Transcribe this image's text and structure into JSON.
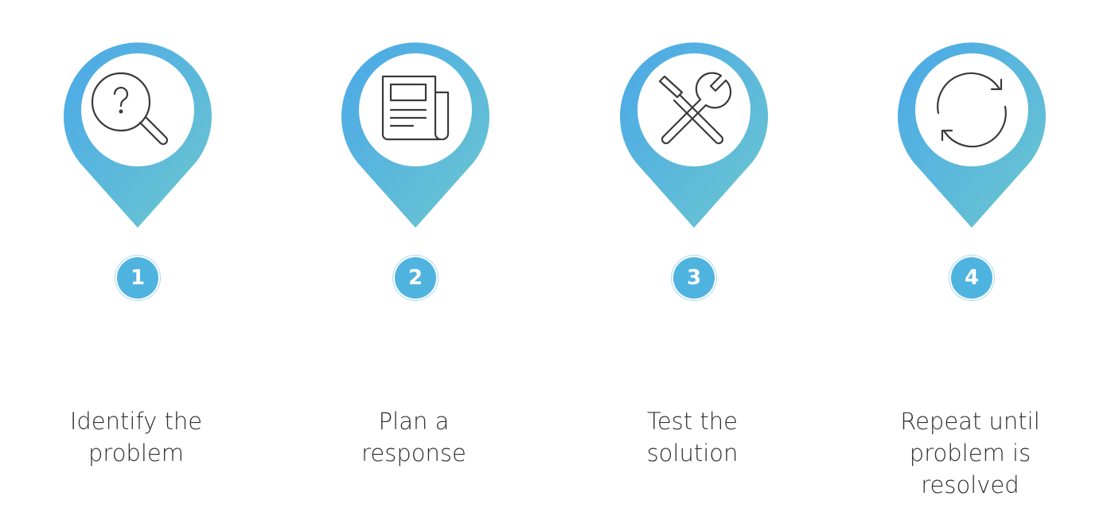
{
  "colors": {
    "pin_gradient_start": "#4aa8e8",
    "pin_gradient_end": "#6cc7cf",
    "badge": "#4fb3e0",
    "icon_stroke": "#3a3a3a",
    "caption_text": "#2e2e2e"
  },
  "steps": [
    {
      "number": "1",
      "icon": "magnifier-question-icon",
      "caption_lines": [
        "Identify the",
        "problem"
      ]
    },
    {
      "number": "2",
      "icon": "newspaper-icon",
      "caption_lines": [
        "Plan a",
        "response"
      ]
    },
    {
      "number": "3",
      "icon": "screwdriver-wrench-icon",
      "caption_lines": [
        "Test the",
        "solution"
      ]
    },
    {
      "number": "4",
      "icon": "refresh-arrows-icon",
      "caption_lines": [
        "Repeat until",
        "problem is",
        "resolved"
      ]
    }
  ]
}
